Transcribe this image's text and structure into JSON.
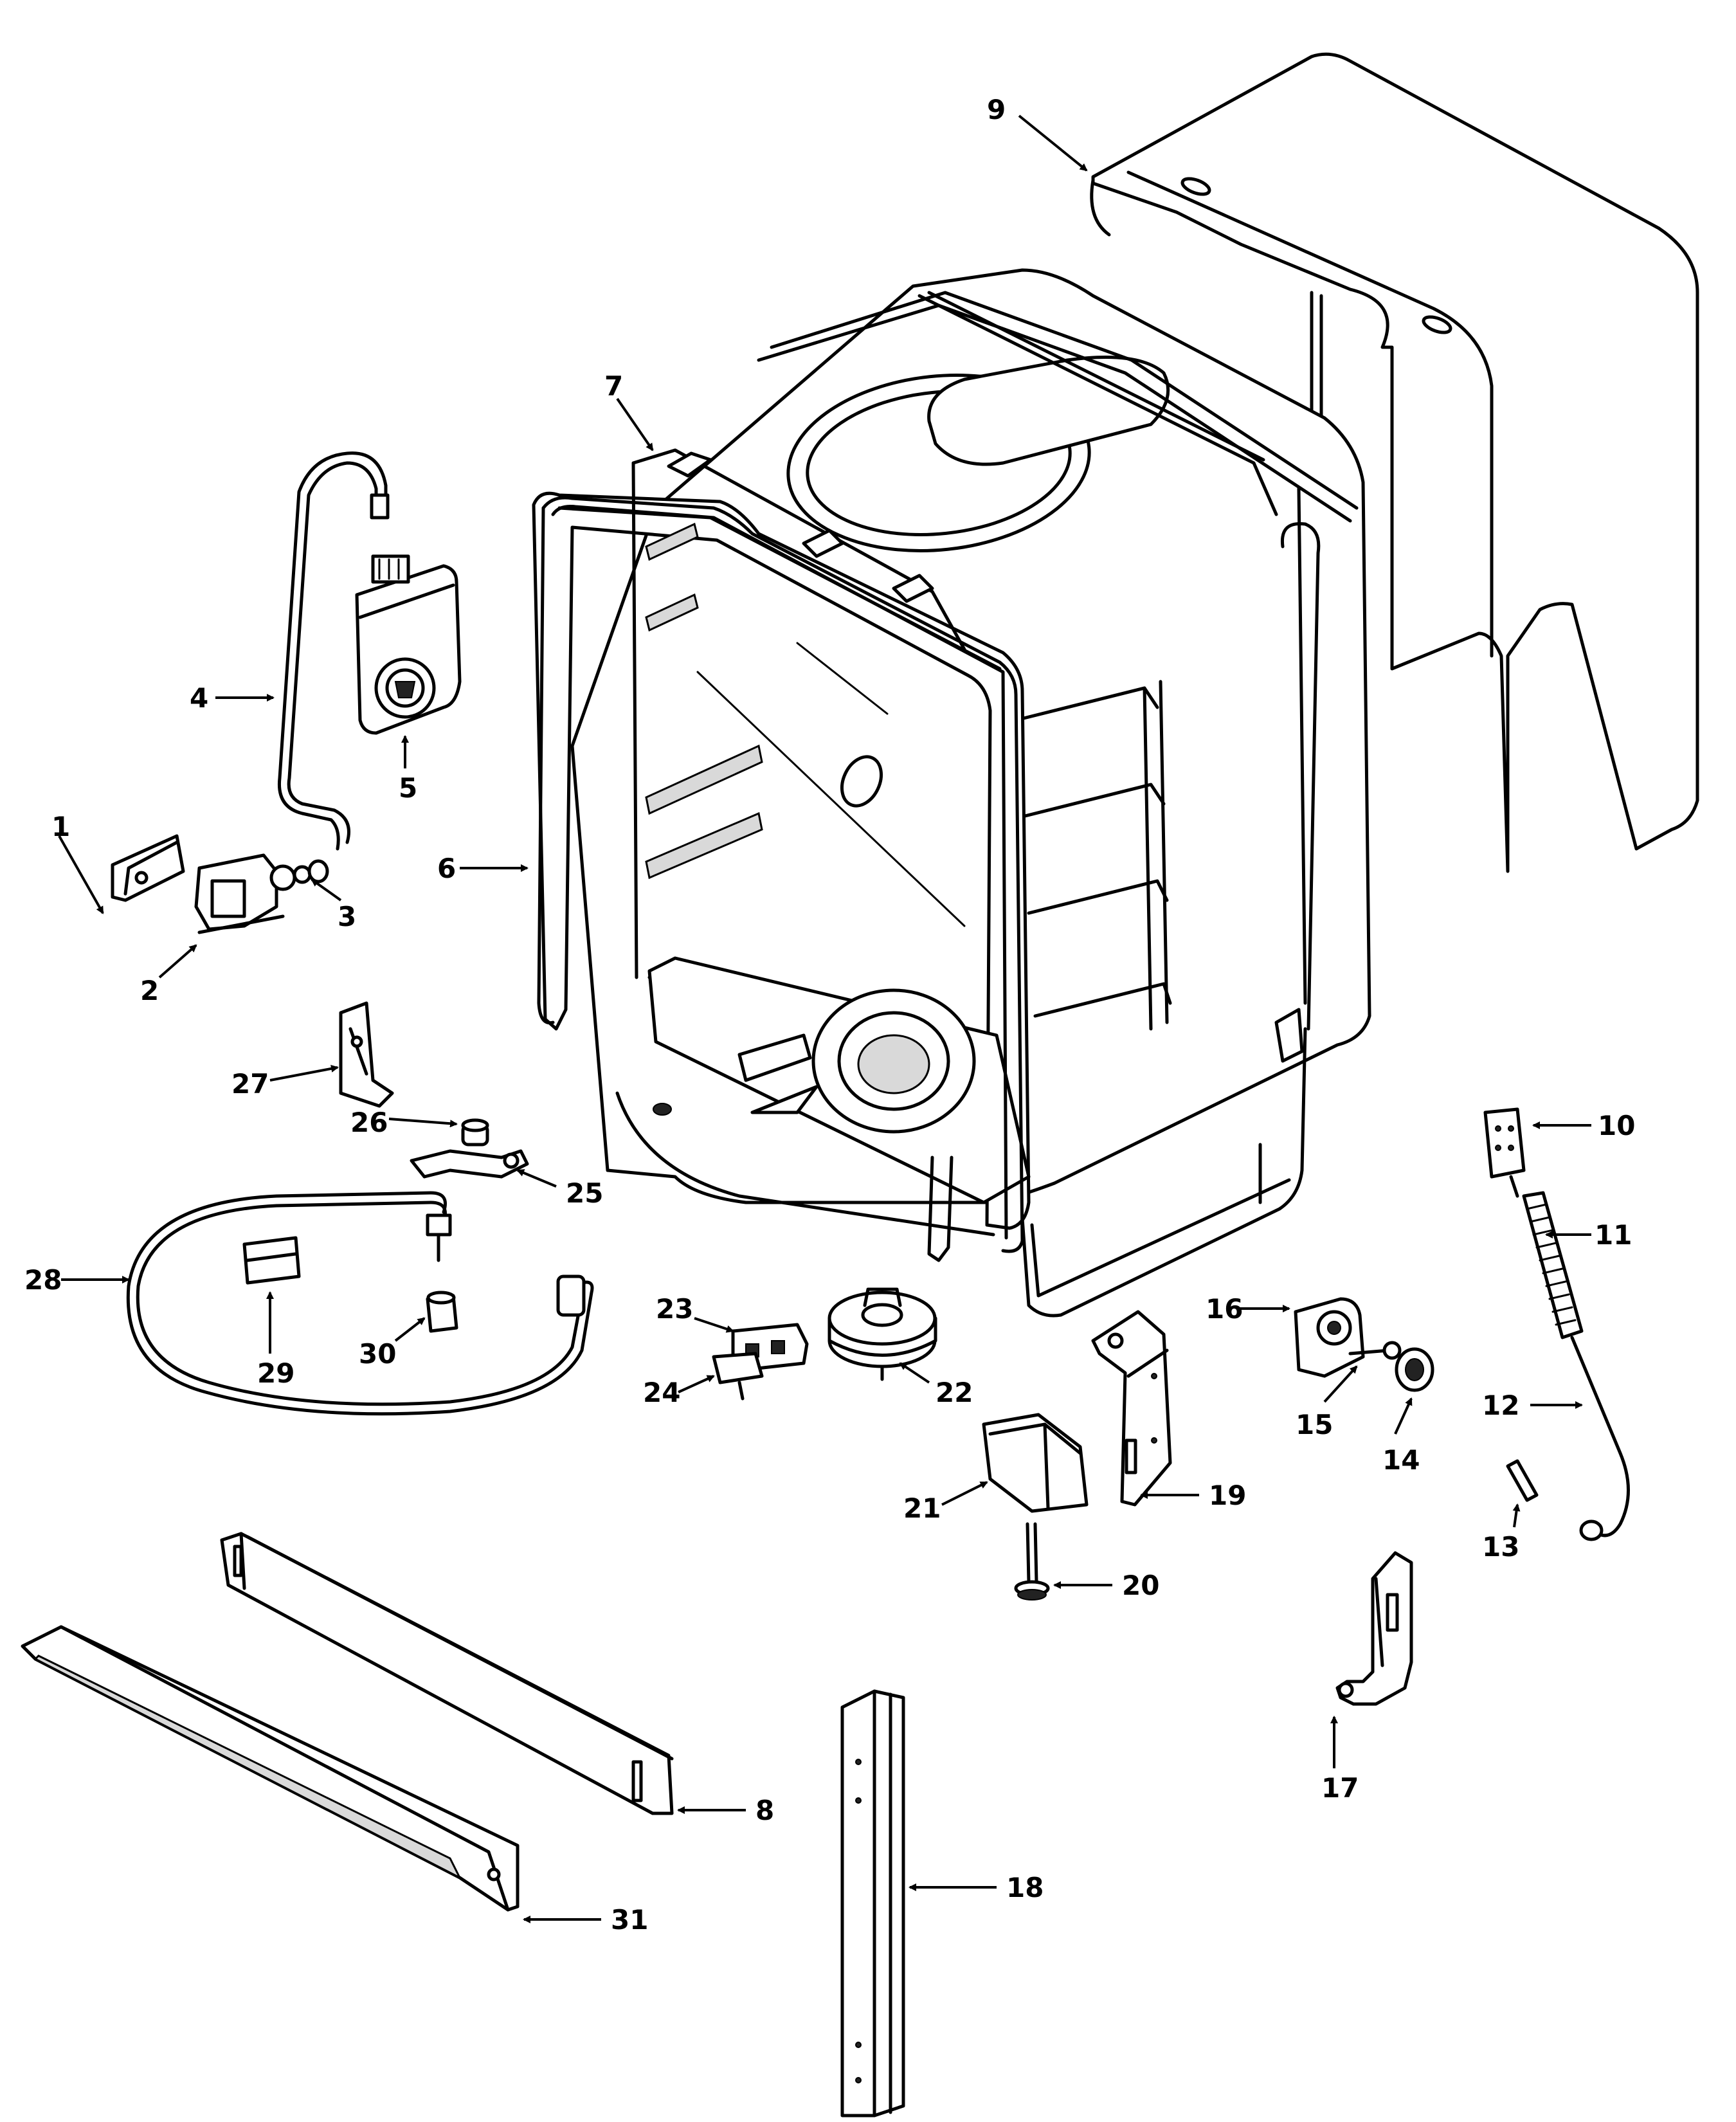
{
  "callouts": [
    {
      "id": "c1",
      "text": "1"
    },
    {
      "id": "c2",
      "text": "2"
    },
    {
      "id": "c3",
      "text": "3"
    },
    {
      "id": "c4",
      "text": "4"
    },
    {
      "id": "c5",
      "text": "5"
    },
    {
      "id": "c6",
      "text": "6"
    },
    {
      "id": "c7",
      "text": "7"
    },
    {
      "id": "c8",
      "text": "8"
    },
    {
      "id": "c9",
      "text": "9"
    },
    {
      "id": "c10",
      "text": "10"
    },
    {
      "id": "c11",
      "text": "11"
    },
    {
      "id": "c12",
      "text": "12"
    },
    {
      "id": "c13",
      "text": "13"
    },
    {
      "id": "c14",
      "text": "14"
    },
    {
      "id": "c15",
      "text": "15"
    },
    {
      "id": "c16",
      "text": "16"
    },
    {
      "id": "c17",
      "text": "17"
    },
    {
      "id": "c18",
      "text": "18"
    },
    {
      "id": "c19",
      "text": "19"
    },
    {
      "id": "c20",
      "text": "20"
    },
    {
      "id": "c21",
      "text": "21"
    },
    {
      "id": "c22",
      "text": "22"
    },
    {
      "id": "c23",
      "text": "23"
    },
    {
      "id": "c24",
      "text": "24"
    },
    {
      "id": "c25",
      "text": "25"
    },
    {
      "id": "c26",
      "text": "26"
    },
    {
      "id": "c27",
      "text": "27"
    },
    {
      "id": "c28",
      "text": "28"
    },
    {
      "id": "c29",
      "text": "29"
    },
    {
      "id": "c30",
      "text": "30"
    },
    {
      "id": "c31",
      "text": "31"
    }
  ],
  "colors": {
    "line": "#000000",
    "background": "#ffffff",
    "shade": "#d9d9d9"
  }
}
